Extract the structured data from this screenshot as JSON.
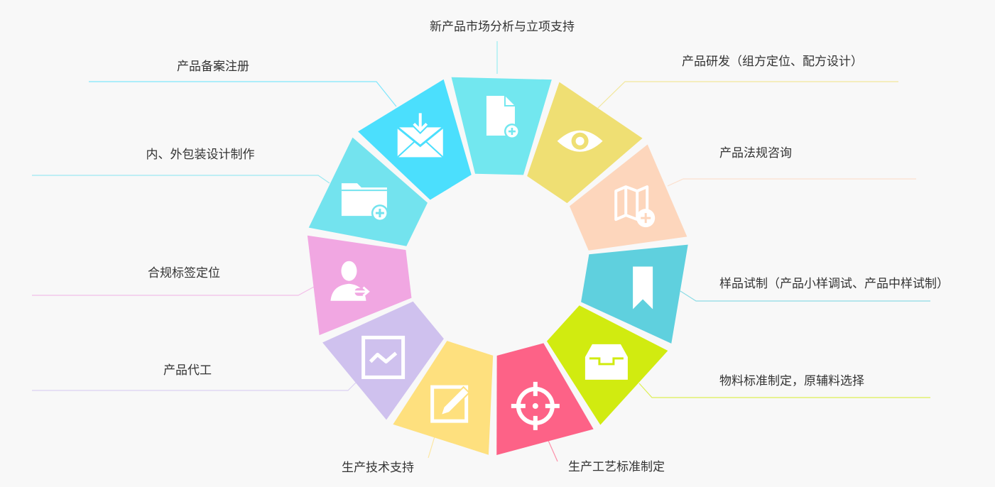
{
  "diagram": {
    "segments": [
      {
        "label": "新产品市场分析与立项支持",
        "color": "#72e7ef",
        "icon": "document-add-icon"
      },
      {
        "label": "产品研发（组方定位、配方设计）",
        "color": "#efdf73",
        "icon": "eye-icon"
      },
      {
        "label": "产品法规咨询",
        "color": "#fdd6bc",
        "icon": "map-add-icon"
      },
      {
        "label": "样品试制（产品小样调试、产品中样试制）",
        "color": "#5fd0de",
        "icon": "bookmark-icon"
      },
      {
        "label": "物料标准制定，原辅料选择",
        "color": "#d1eb10",
        "icon": "inbox-tray-icon"
      },
      {
        "label": "生产工艺标准制定",
        "color": "#fd6287",
        "icon": "crosshair-icon"
      },
      {
        "label": "生产技术支持",
        "color": "#fee07e",
        "icon": "edit-pencil-icon"
      },
      {
        "label": "产品代工",
        "color": "#cfc1ee",
        "icon": "chart-line-icon"
      },
      {
        "label": "合规标签定位",
        "color": "#f1a7e2",
        "icon": "user-arrow-icon"
      },
      {
        "label": "内、外包装设计制作",
        "color": "#73e3ee",
        "icon": "folder-add-icon"
      },
      {
        "label": "产品备案注册",
        "color": "#4bdffd",
        "icon": "mail-download-icon"
      }
    ]
  }
}
